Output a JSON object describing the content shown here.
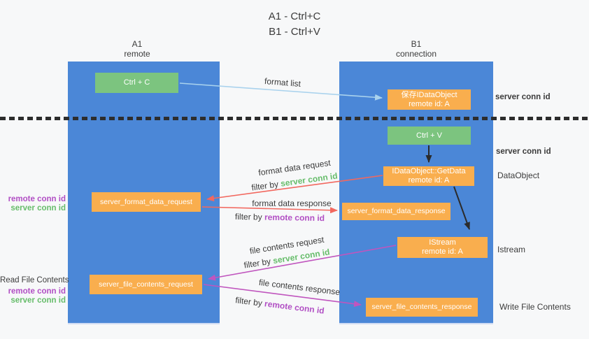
{
  "title": {
    "line1": "A1 - Ctrl+C",
    "line2": "B1 - Ctrl+V"
  },
  "lifelines": {
    "left": {
      "title": "A1",
      "subtitle": "remote"
    },
    "right": {
      "title": "B1",
      "subtitle": "connection"
    }
  },
  "boxes": {
    "ctrl_c": {
      "label": "Ctrl + C"
    },
    "ctrl_v": {
      "label": "Ctrl + V"
    },
    "save_dataobject": {
      "line1": "保存IDataObject",
      "line2": "remote id: A"
    },
    "getdata": {
      "line1": "IDataObject::GetData",
      "line2": "remote id: A"
    },
    "format_request": {
      "label": "server_format_data_request"
    },
    "format_response": {
      "label": "server_format_data_response"
    },
    "istream": {
      "line1": "IStream",
      "line2": "remote id: A"
    },
    "file_request": {
      "label": "server_file_contents_request"
    },
    "file_response": {
      "label": "server_file_contents_response"
    }
  },
  "labels": {
    "format_list": "format list",
    "format_data_request": "format data request",
    "format_data_response": "format data response",
    "file_contents_request": "file contents request",
    "file_contents_response": "file contents response",
    "filter_by": "filter by",
    "server_conn_id": "server conn id",
    "remote_conn_id": "remote conn id",
    "dataobject": "DataObject",
    "istream": "Istream",
    "read_file_contents": "Read File Contents",
    "write_file_contents": "Write File Contents"
  },
  "colors": {
    "bg": "#f7f8f9",
    "lifeline": "#4b87d7",
    "green_box": "#7cc47f",
    "orange_box": "#f9ae4e",
    "arrow_blue": "#a9d2ed",
    "arrow_red": "#f2685f",
    "arrow_magenta": "#c055be",
    "arrow_black": "#2b2b2b",
    "label_green": "#67bd6b",
    "label_purple": "#b14fc4",
    "text_dark": "#3b3b3b"
  }
}
